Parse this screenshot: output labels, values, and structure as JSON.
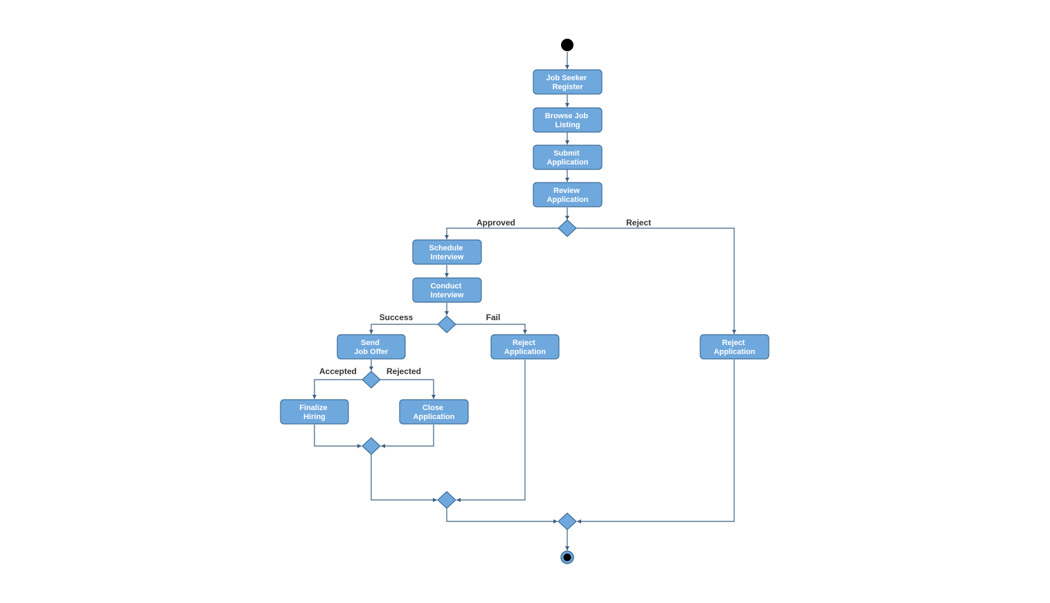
{
  "colors": {
    "node_fill": "#6fa8dc",
    "node_stroke": "#3d6e99",
    "edge": "#3d5f80",
    "node_text": "#ffffff",
    "label_text": "#333333",
    "terminal": "#000000"
  },
  "nodes": {
    "register": {
      "lines": [
        "Job Seeker",
        "Register"
      ]
    },
    "browse": {
      "lines": [
        "Browse Job",
        "Listing"
      ]
    },
    "submit": {
      "lines": [
        "Submit",
        "Application"
      ]
    },
    "review": {
      "lines": [
        "Review",
        "Application"
      ]
    },
    "schedule": {
      "lines": [
        "Schedule",
        "Interview"
      ]
    },
    "conduct": {
      "lines": [
        "Conduct",
        "Interview"
      ]
    },
    "send_offer": {
      "lines": [
        "Send",
        "Job Offer"
      ]
    },
    "reject_after_interview": {
      "lines": [
        "Reject",
        "Application"
      ]
    },
    "reject_after_review": {
      "lines": [
        "Reject",
        "Application"
      ]
    },
    "finalize": {
      "lines": [
        "Finalize",
        "Hiring"
      ]
    },
    "close": {
      "lines": [
        "Close",
        "Application"
      ]
    }
  },
  "edge_labels": {
    "approved": "Approved",
    "reject": "Reject",
    "success": "Success",
    "fail": "Fail",
    "accepted": "Accepted",
    "rejected": "Rejected"
  }
}
